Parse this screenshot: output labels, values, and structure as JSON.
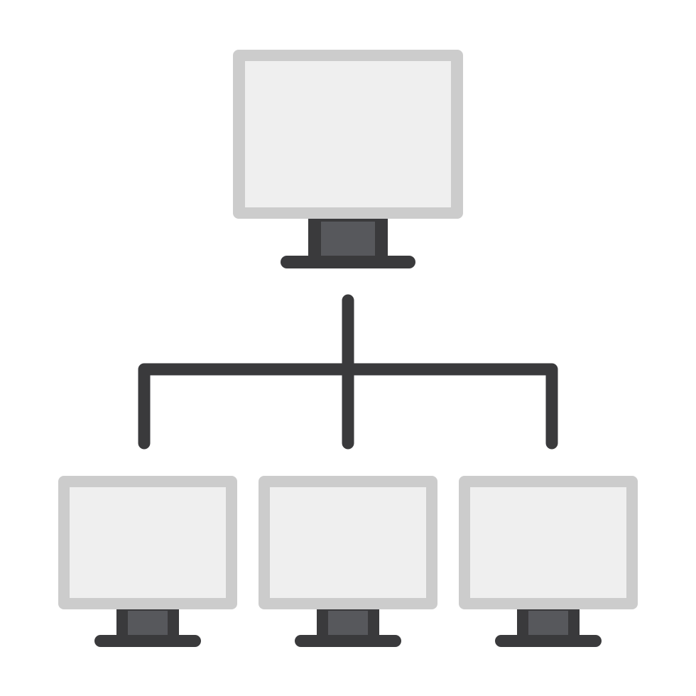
{
  "icon": {
    "name": "network-hierarchy-icon",
    "nodes": [
      {
        "name": "server-monitor-icon",
        "role": "parent"
      },
      {
        "name": "client-monitor-icon",
        "role": "child"
      },
      {
        "name": "client-monitor-icon",
        "role": "child"
      },
      {
        "name": "client-monitor-icon",
        "role": "child"
      }
    ],
    "connector": "tree-connector-lines"
  },
  "colors": {
    "background": "#ffffff",
    "screen_bezel": "#cccccc",
    "screen_fill": "#efefef",
    "stand_outline": "#3a3a3c",
    "stand_fill": "#57585c",
    "connector": "#3a3a3c"
  }
}
